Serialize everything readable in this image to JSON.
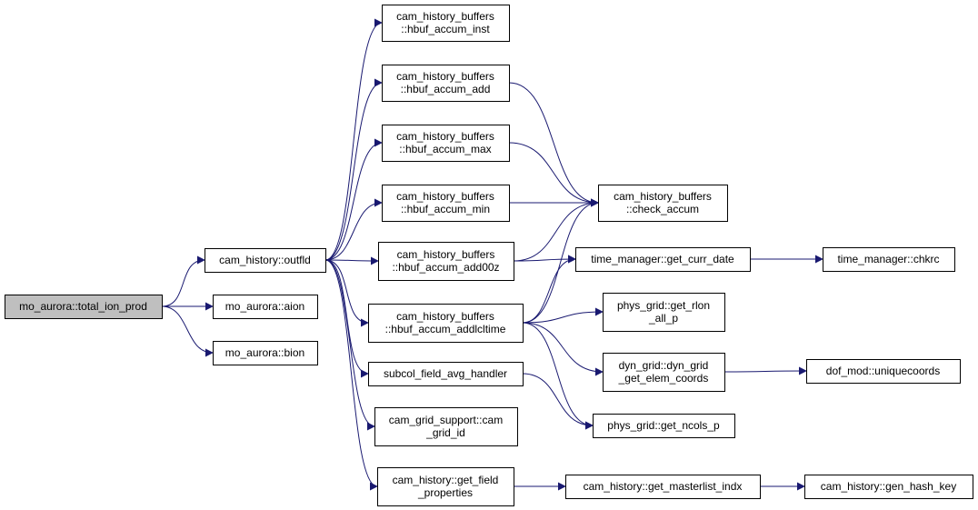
{
  "graph": {
    "colors": {
      "edge": "#191970",
      "node_border": "#000000",
      "node_fill": "#ffffff",
      "root_fill": "#bfbfbf",
      "text": "#000000"
    },
    "nodes": [
      {
        "id": "total_ion_prod",
        "lines": [
          "mo_aurora::total_ion_prod"
        ],
        "root": true
      },
      {
        "id": "outfld",
        "lines": [
          "cam_history::outfld"
        ]
      },
      {
        "id": "aion",
        "lines": [
          "mo_aurora::aion"
        ]
      },
      {
        "id": "bion",
        "lines": [
          "mo_aurora::bion"
        ]
      },
      {
        "id": "hbuf_accum_inst",
        "lines": [
          "cam_history_buffers",
          "::hbuf_accum_inst"
        ]
      },
      {
        "id": "hbuf_accum_add",
        "lines": [
          "cam_history_buffers",
          "::hbuf_accum_add"
        ]
      },
      {
        "id": "hbuf_accum_max",
        "lines": [
          "cam_history_buffers",
          "::hbuf_accum_max"
        ]
      },
      {
        "id": "hbuf_accum_min",
        "lines": [
          "cam_history_buffers",
          "::hbuf_accum_min"
        ]
      },
      {
        "id": "hbuf_accum_add00z",
        "lines": [
          "cam_history_buffers",
          "::hbuf_accum_add00z"
        ]
      },
      {
        "id": "hbuf_accum_addlcltime",
        "lines": [
          "cam_history_buffers",
          "::hbuf_accum_addlcltime"
        ]
      },
      {
        "id": "subcol_field_avg_handler",
        "lines": [
          "subcol_field_avg_handler"
        ]
      },
      {
        "id": "cam_grid_id",
        "lines": [
          "cam_grid_support::cam",
          "_grid_id"
        ]
      },
      {
        "id": "get_field_properties",
        "lines": [
          "cam_history::get_field",
          "_properties"
        ]
      },
      {
        "id": "check_accum",
        "lines": [
          "cam_history_buffers",
          "::check_accum"
        ]
      },
      {
        "id": "get_curr_date",
        "lines": [
          "time_manager::get_curr_date"
        ]
      },
      {
        "id": "get_rlon_all_p",
        "lines": [
          "phys_grid::get_rlon",
          "_all_p"
        ]
      },
      {
        "id": "dyn_grid_get_elem_coords",
        "lines": [
          "dyn_grid::dyn_grid",
          "_get_elem_coords"
        ]
      },
      {
        "id": "get_ncols_p",
        "lines": [
          "phys_grid::get_ncols_p"
        ]
      },
      {
        "id": "get_masterlist_indx",
        "lines": [
          "cam_history::get_masterlist_indx"
        ]
      },
      {
        "id": "chkrc",
        "lines": [
          "time_manager::chkrc"
        ]
      },
      {
        "id": "uniquecoords",
        "lines": [
          "dof_mod::uniquecoords"
        ]
      },
      {
        "id": "gen_hash_key",
        "lines": [
          "cam_history::gen_hash_key"
        ]
      }
    ],
    "edges": [
      [
        "total_ion_prod",
        "outfld"
      ],
      [
        "total_ion_prod",
        "aion"
      ],
      [
        "total_ion_prod",
        "bion"
      ],
      [
        "outfld",
        "hbuf_accum_inst"
      ],
      [
        "outfld",
        "hbuf_accum_add"
      ],
      [
        "outfld",
        "hbuf_accum_max"
      ],
      [
        "outfld",
        "hbuf_accum_min"
      ],
      [
        "outfld",
        "hbuf_accum_add00z"
      ],
      [
        "outfld",
        "hbuf_accum_addlcltime"
      ],
      [
        "outfld",
        "subcol_field_avg_handler"
      ],
      [
        "outfld",
        "cam_grid_id"
      ],
      [
        "outfld",
        "get_field_properties"
      ],
      [
        "hbuf_accum_add",
        "check_accum"
      ],
      [
        "hbuf_accum_max",
        "check_accum"
      ],
      [
        "hbuf_accum_min",
        "check_accum"
      ],
      [
        "hbuf_accum_add00z",
        "check_accum"
      ],
      [
        "hbuf_accum_add00z",
        "get_curr_date"
      ],
      [
        "hbuf_accum_addlcltime",
        "check_accum"
      ],
      [
        "hbuf_accum_addlcltime",
        "get_curr_date"
      ],
      [
        "hbuf_accum_addlcltime",
        "get_rlon_all_p"
      ],
      [
        "hbuf_accum_addlcltime",
        "dyn_grid_get_elem_coords"
      ],
      [
        "hbuf_accum_addlcltime",
        "get_ncols_p"
      ],
      [
        "subcol_field_avg_handler",
        "get_ncols_p"
      ],
      [
        "get_curr_date",
        "chkrc"
      ],
      [
        "dyn_grid_get_elem_coords",
        "uniquecoords"
      ],
      [
        "get_field_properties",
        "get_masterlist_indx"
      ],
      [
        "get_masterlist_indx",
        "gen_hash_key"
      ]
    ]
  }
}
